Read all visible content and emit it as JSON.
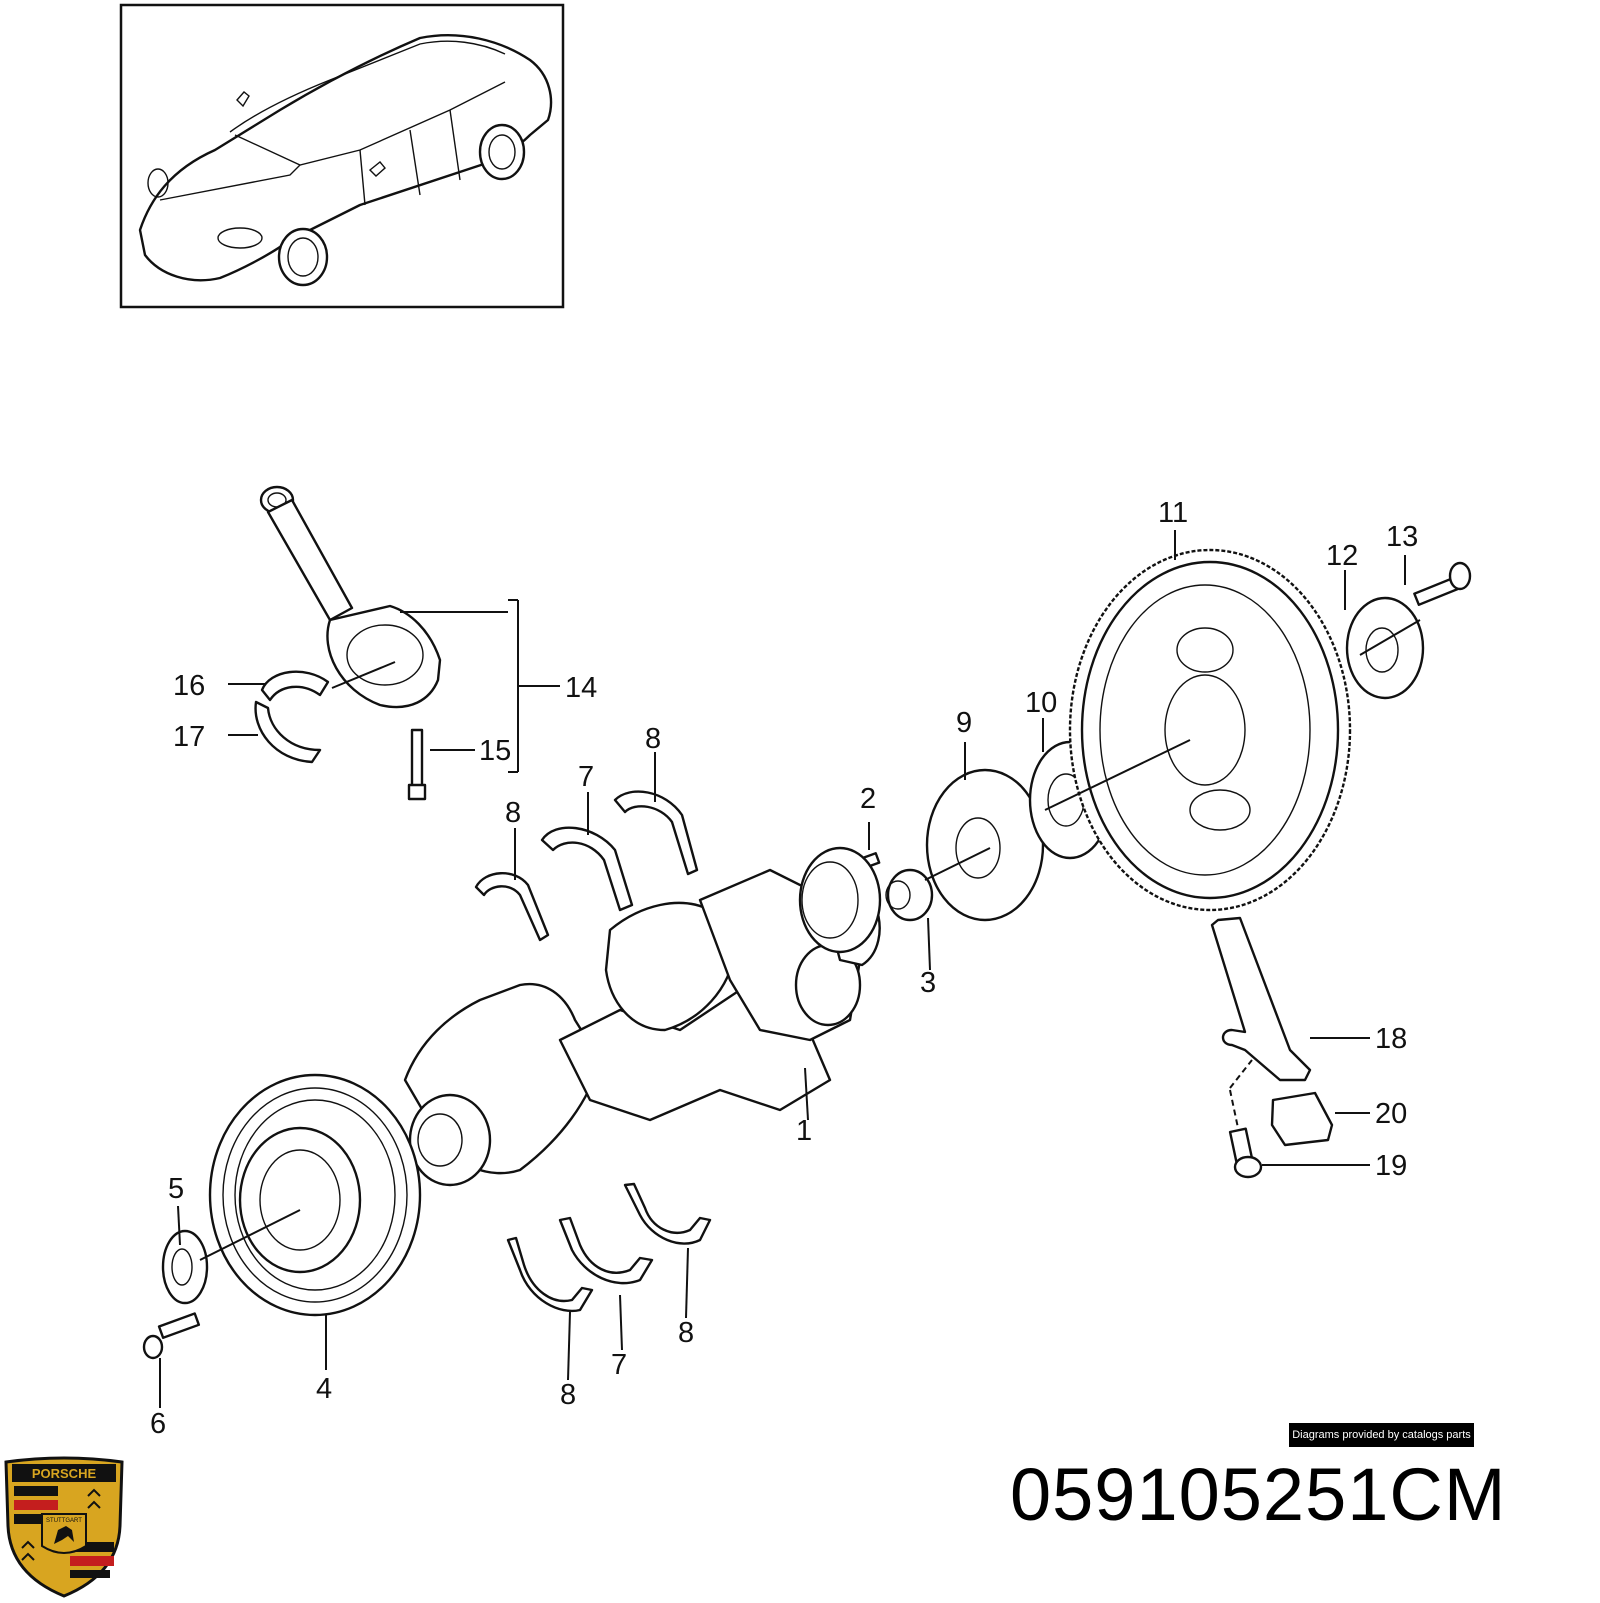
{
  "callouts": [
    {
      "label": "1"
    },
    {
      "label": "2"
    },
    {
      "label": "3"
    },
    {
      "label": "4"
    },
    {
      "label": "5"
    },
    {
      "label": "6"
    },
    {
      "label": "7"
    },
    {
      "label": "7"
    },
    {
      "label": "8"
    },
    {
      "label": "8"
    },
    {
      "label": "8"
    },
    {
      "label": "8"
    },
    {
      "label": "9"
    },
    {
      "label": "10"
    },
    {
      "label": "11"
    },
    {
      "label": "12"
    },
    {
      "label": "13"
    },
    {
      "label": "14"
    },
    {
      "label": "15"
    },
    {
      "label": "16"
    },
    {
      "label": "17"
    },
    {
      "label": "18"
    },
    {
      "label": "19"
    },
    {
      "label": "20"
    }
  ],
  "credit": "Diagrams provided by catalogs parts",
  "part_number": "059105251CM",
  "logo": {
    "wordmark": "PORSCHE",
    "city": "STUTTGART",
    "colors": {
      "gold": "#d8a520",
      "red": "#c41e1e",
      "black": "#111111"
    }
  }
}
